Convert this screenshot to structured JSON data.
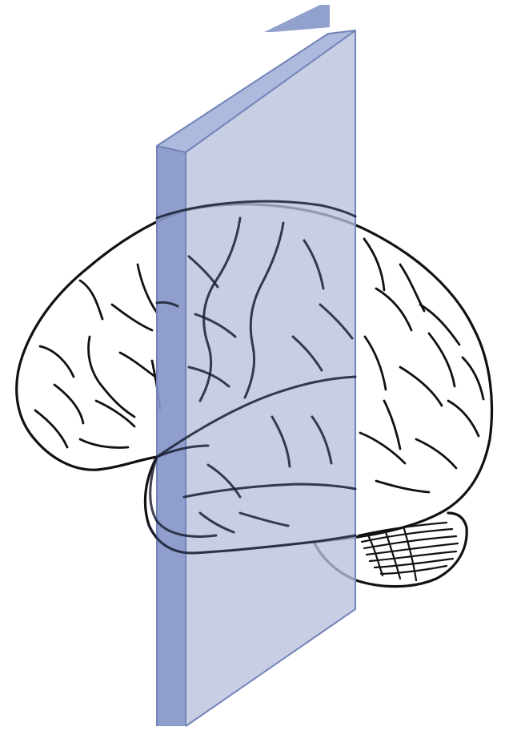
{
  "diagram": {
    "subject": "brain",
    "view": "lateral",
    "plane": "coronal",
    "colors": {
      "background": "#ffffff",
      "plane_face": "#b8c1dd",
      "plane_side": "#8596c8",
      "plane_top": "#a9b6dc",
      "plane_edge": "#7283b8",
      "outline": "#111111"
    }
  }
}
